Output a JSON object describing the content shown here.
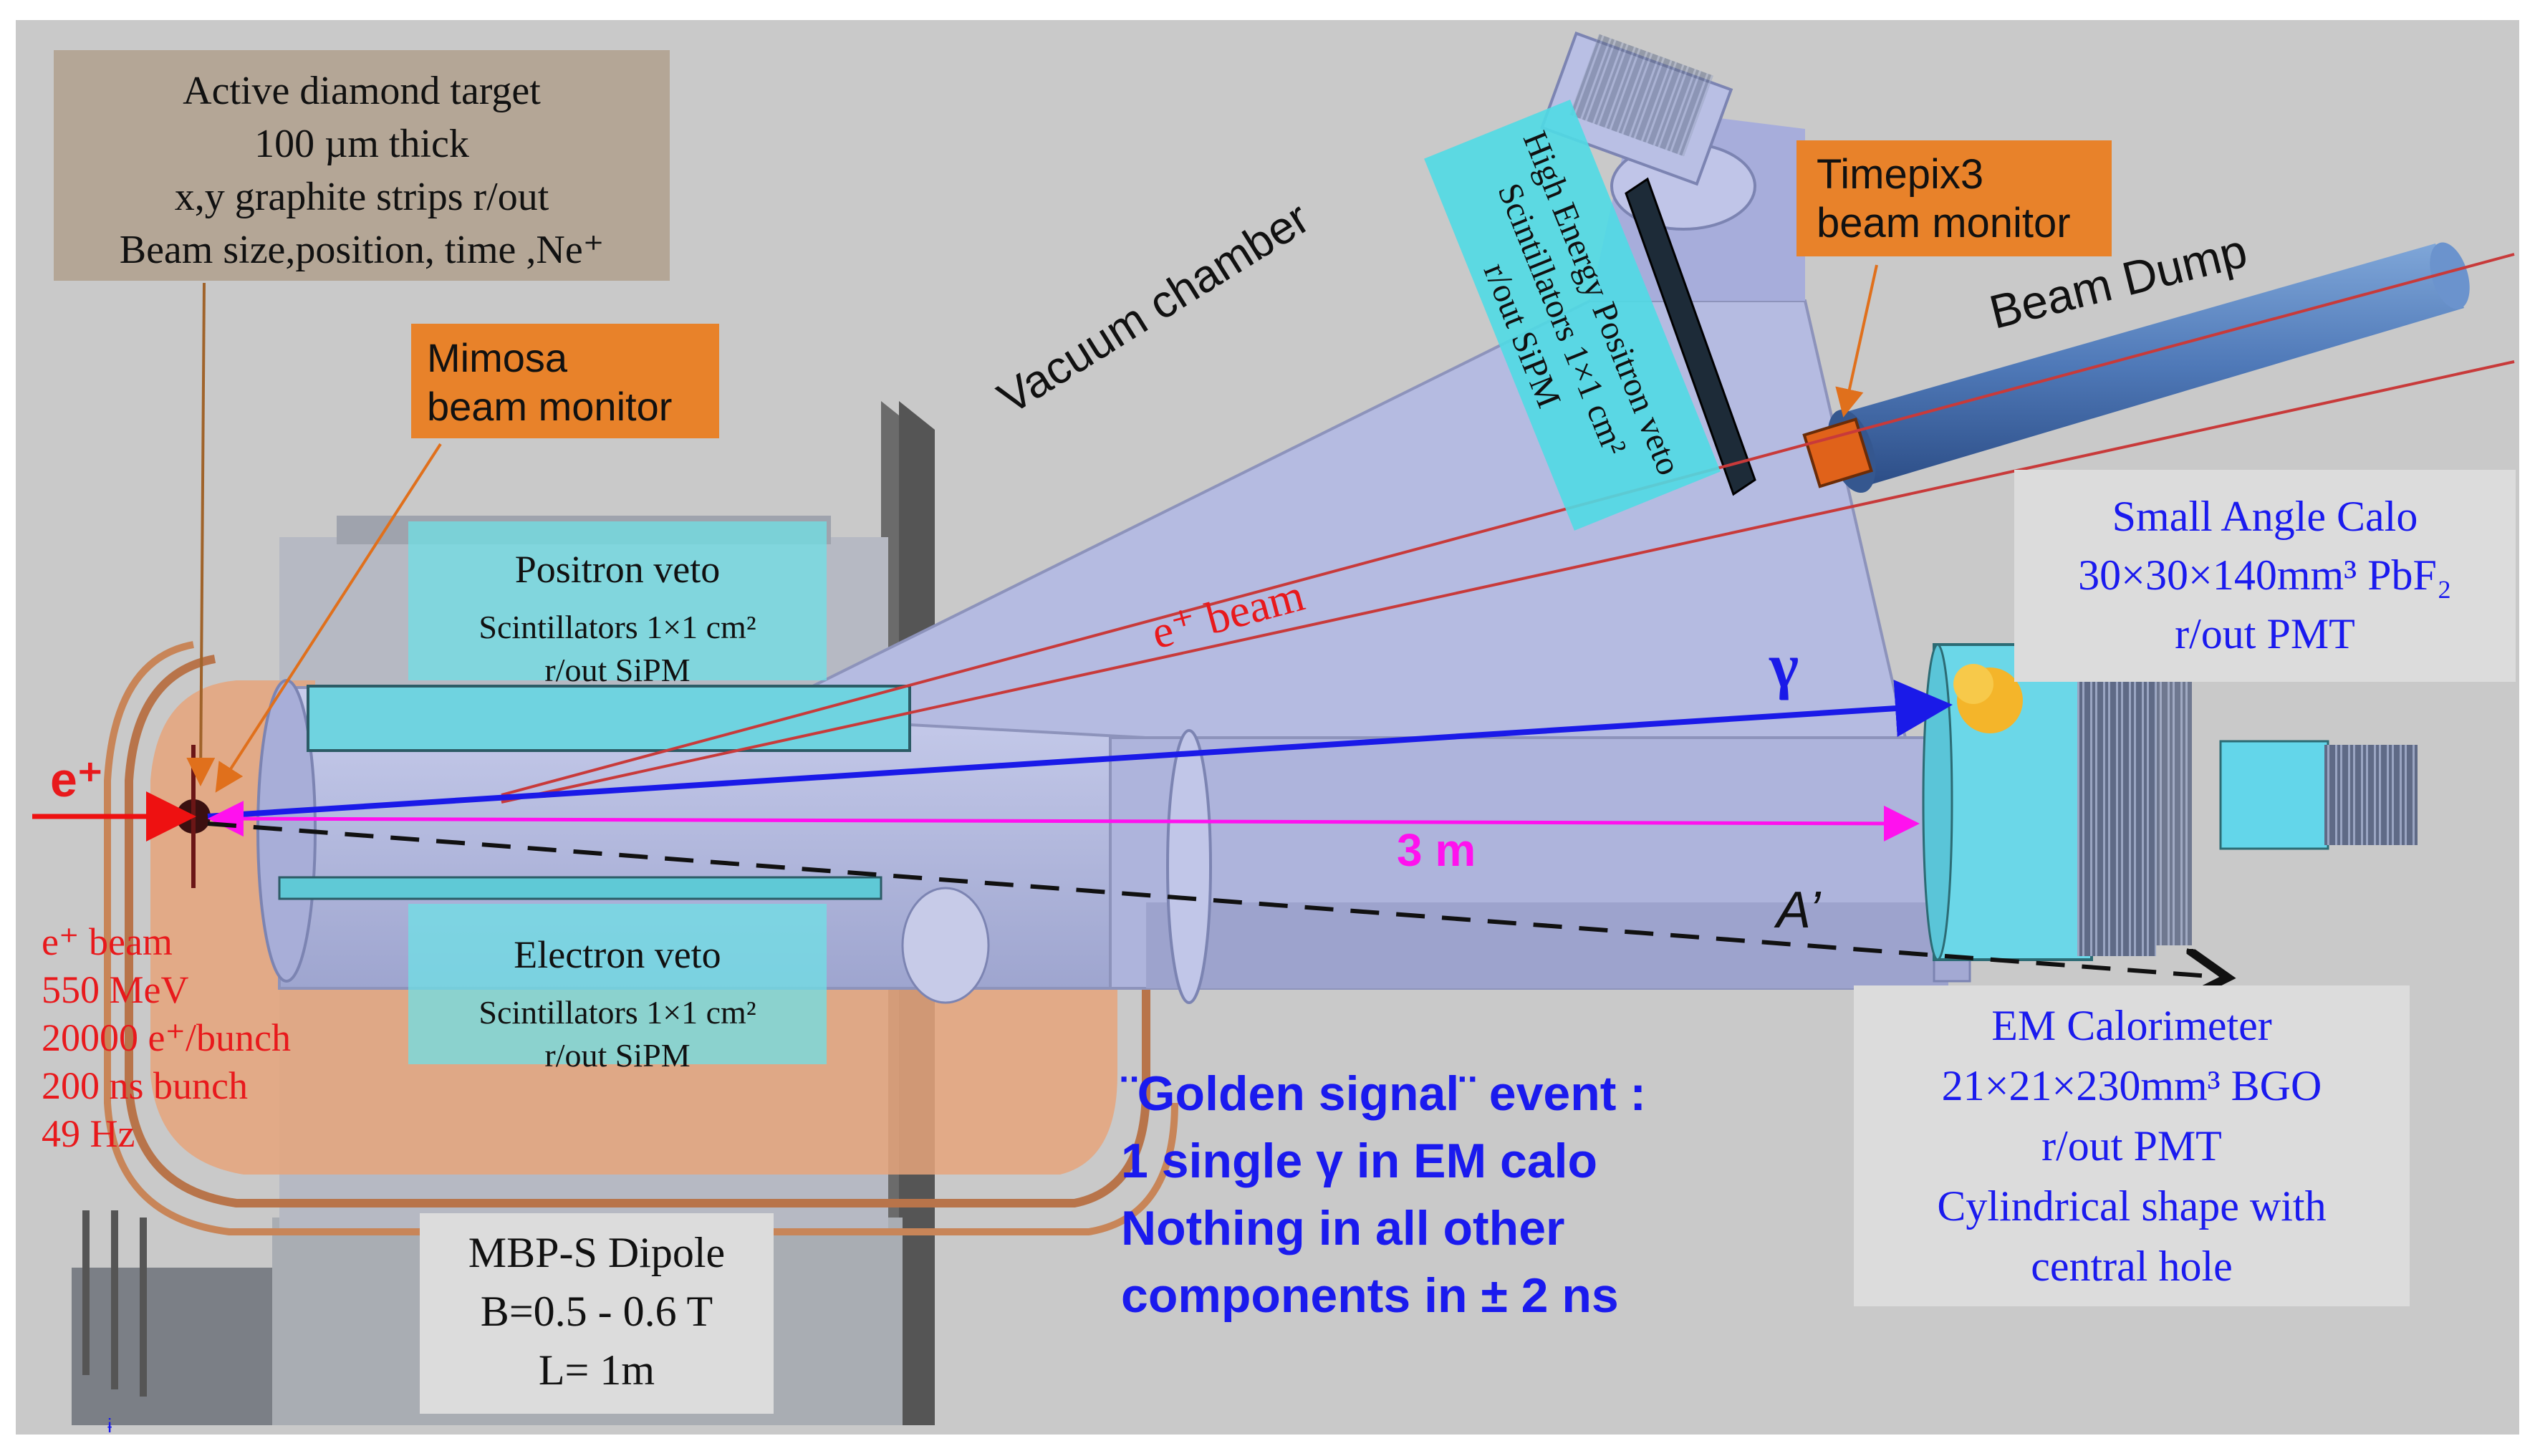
{
  "labels": {
    "diamond_target": "Active diamond target\n100 µm thick\nx,y graphite strips r/out\nBeam size,position, time ,Ne⁺",
    "mimosa": "Mimosa\nbeam monitor",
    "timepix": "Timepix3\nbeam monitor",
    "beam_dump": "Beam Dump",
    "vacuum_chamber": "Vacuum chamber",
    "he_positron_veto": "High Energy Positron veto\nScintillators 1×1 cm²\nr/out SiPM",
    "positron_veto_title": "Positron veto",
    "positron_veto_detail": "Scintillators 1×1 cm²\nr/out SiPM",
    "electron_veto_title": "Electron veto",
    "electron_veto_detail": "Scintillators 1×1 cm²\nr/out SiPM",
    "small_angle_calo": "Small Angle Calo\n30×30×140mm³ PbF₂\nr/out PMT",
    "em_calorimeter": "EM Calorimeter\n21×21×230mm³ BGO\nr/out PMT\nCylindrical shape with\ncentral hole",
    "beam_params": "e⁺ beam\n550 MeV\n20000 e⁺/bunch\n200 ns bunch\n49 Hz",
    "dipole": "MBP-S Dipole\nB=0.5 - 0.6 T\nL= 1m",
    "golden_signal": "¨Golden signal¨ event :\n1 single γ in EM calo\nNothing in all other\ncomponents in ± 2 ns",
    "e_plus": "e⁺",
    "e_plus_beam": "e⁺ beam",
    "gamma": "γ",
    "distance": "3 m",
    "a_prime": "A’"
  },
  "colors": {
    "background": "#c9c9c9",
    "chamber": "#b7bde0",
    "cyan_box": "#6fe0e6",
    "orange": "#e8822a",
    "tan_box": "#b4a696",
    "gray_box": "#dcdcdc",
    "red_text": "#e8191c",
    "blue_text": "#1a1aee",
    "magenta": "#ff11ee",
    "gamma_arrow": "#1a1ae8",
    "red_beam": "#c83a3a"
  }
}
